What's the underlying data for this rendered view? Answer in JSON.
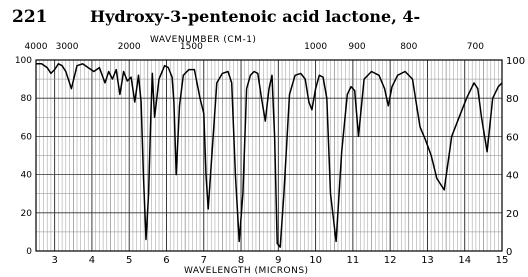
{
  "header": {
    "number": "221",
    "title": "Hydroxy-3-pentenoic acid lactone, 4-"
  },
  "chart_data": {
    "type": "line",
    "title": "Hydroxy-3-pentenoic acid lactone, 4-",
    "xlabel": "WAVELENGTH (MICRONS)",
    "x2label": "WAVENUMBER (CM-1)",
    "ylabel": "",
    "xlim": [
      2.5,
      15
    ],
    "ylim": [
      0,
      100
    ],
    "x_ticks": [
      "3",
      "4",
      "5",
      "6",
      "7",
      "8",
      "9",
      "10",
      "11",
      "12",
      "13",
      "14",
      "15"
    ],
    "x2_ticks": [
      {
        "label": "4000",
        "micron": 2.5
      },
      {
        "label": "3000",
        "micron": 3.333
      },
      {
        "label": "2000",
        "micron": 5.0
      },
      {
        "label": "1500",
        "micron": 6.667
      },
      {
        "label": "1000",
        "micron": 10.0
      },
      {
        "label": "900",
        "micron": 11.111
      },
      {
        "label": "800",
        "micron": 12.5
      },
      {
        "label": "700",
        "micron": 14.286
      }
    ],
    "y_ticks_left": [
      "100",
      "80",
      "60",
      "40",
      "20",
      "0"
    ],
    "y_ticks_right": [
      "100",
      "80",
      "60",
      "40",
      "20",
      "0"
    ],
    "grid": true,
    "series": [
      {
        "color": "#000000",
        "x": [
          2.5,
          2.65,
          2.8,
          2.9,
          3.0,
          3.1,
          3.2,
          3.3,
          3.45,
          3.6,
          3.75,
          3.9,
          4.05,
          4.2,
          4.35,
          4.45,
          4.55,
          4.65,
          4.75,
          4.85,
          4.95,
          5.05,
          5.15,
          5.25,
          5.32,
          5.38,
          5.45,
          5.52,
          5.58,
          5.62,
          5.68,
          5.8,
          5.95,
          6.05,
          6.15,
          6.2,
          6.26,
          6.35,
          6.45,
          6.6,
          6.75,
          6.9,
          7.0,
          7.06,
          7.12,
          7.2,
          7.35,
          7.5,
          7.65,
          7.75,
          7.85,
          7.95,
          8.05,
          8.15,
          8.25,
          8.35,
          8.45,
          8.55,
          8.65,
          8.75,
          8.83,
          8.9,
          8.97,
          9.05,
          9.15,
          9.3,
          9.45,
          9.6,
          9.72,
          9.82,
          9.9,
          10.0,
          10.1,
          10.2,
          10.3,
          10.4,
          10.55,
          10.7,
          10.85,
          10.95,
          11.05,
          11.15,
          11.3,
          11.5,
          11.7,
          11.85,
          11.95,
          12.05,
          12.2,
          12.4,
          12.6,
          12.8,
          12.95,
          13.1,
          13.25,
          13.45,
          13.65,
          13.85,
          14.05,
          14.25,
          14.35,
          14.45,
          14.6,
          14.75,
          14.9,
          15.0
        ],
        "y": [
          98,
          98,
          96,
          93,
          95,
          98,
          97,
          94,
          85,
          97,
          98,
          96,
          94,
          96,
          88,
          94,
          90,
          95,
          82,
          94,
          89,
          91,
          78,
          92,
          78,
          40,
          6,
          30,
          70,
          93,
          70,
          90,
          97,
          96,
          91,
          78,
          40,
          76,
          92,
          95,
          95,
          80,
          72,
          40,
          22,
          45,
          88,
          93,
          94,
          88,
          40,
          5,
          30,
          85,
          92,
          94,
          93,
          80,
          68,
          85,
          92,
          60,
          4,
          2,
          30,
          82,
          92,
          93,
          90,
          78,
          74,
          85,
          92,
          91,
          80,
          30,
          5,
          52,
          82,
          86,
          84,
          60,
          90,
          94,
          92,
          85,
          76,
          86,
          92,
          94,
          90,
          65,
          58,
          50,
          38,
          32,
          60,
          70,
          80,
          88,
          85,
          70,
          52,
          80,
          86,
          88
        ]
      }
    ]
  }
}
